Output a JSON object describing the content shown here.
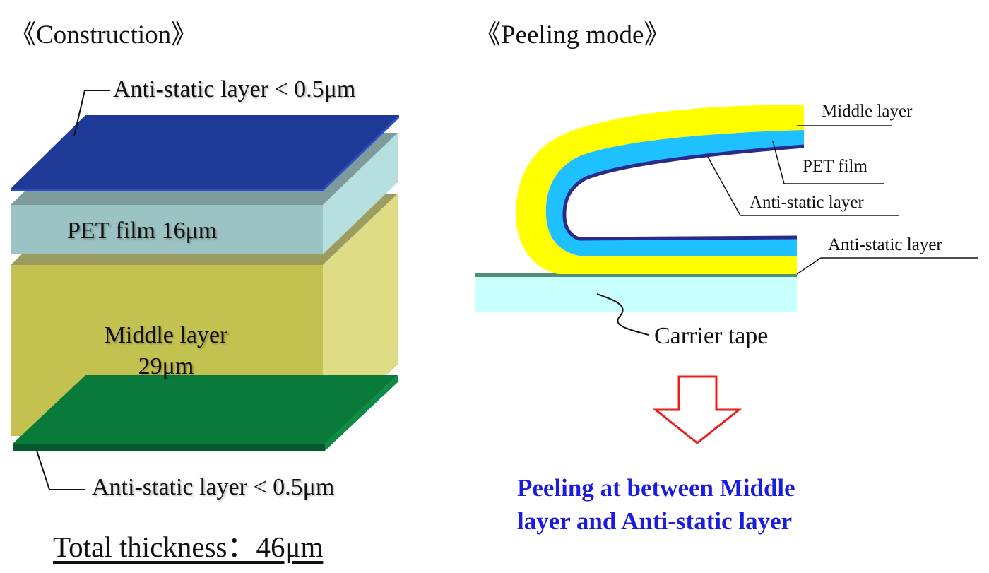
{
  "construction": {
    "heading": "《Construction》",
    "top_callout": "Anti-static layer < 0.5μm",
    "pet_label": "PET film 16μm",
    "middle_label_line1": "Middle layer",
    "middle_label_line2": "29μm",
    "bottom_callout": "Anti-static layer < 0.5μm",
    "total": "Total thickness：46μm"
  },
  "peeling": {
    "heading": "《Peeling mode》",
    "labels": {
      "middle_layer": "Middle layer",
      "pet_film": "PET film",
      "anti_static_upper": "Anti-static layer",
      "anti_static_lower": "Anti-static layer",
      "carrier_tape": "Carrier tape"
    },
    "conclusion_line1": "Peeling at between Middle",
    "conclusion_line2": "layer and Anti-static layer"
  },
  "colors": {
    "anti_static_top": "#1f3a96",
    "pet_front": "#9bc3c3",
    "pet_side": "#b6e0e0",
    "middle_front": "#c3c150",
    "middle_side": "#dedd85",
    "anti_static_bottom": "#0a6d3a",
    "peel_middle": "#ffff00",
    "peel_pet": "#1ec0ff",
    "peel_antistatic": "#2a2a8c",
    "carrier": "#c8ffff",
    "carrier_line": "#4f8f72",
    "arrow": "#e8201c",
    "conclusion": "#1c1ce0"
  },
  "icons": [
    "down-arrow-icon"
  ]
}
